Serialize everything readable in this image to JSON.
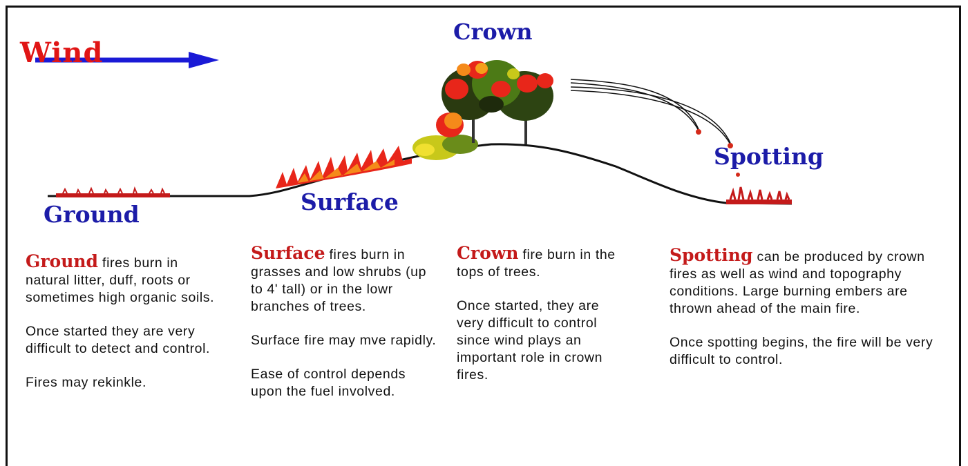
{
  "labels": {
    "wind": "Wind",
    "crown": "Crown",
    "spotting": "Spotting",
    "ground": "Ground",
    "surface": "Surface"
  },
  "colors": {
    "label_blue": "#1c1ca8",
    "term_red": "#c41a1a",
    "wind_red": "#e01515",
    "arrow_blue": "#1a1ad6",
    "fire_red": "#e8261a",
    "fire_orange": "#f58a1a",
    "foliage_green": "#3f6e12",
    "ground_line": "#111111"
  },
  "icons": [
    "wind-arrow",
    "hill-outline",
    "ground-fire",
    "surface-flames",
    "crown-trees",
    "ember-trails",
    "spotting-fire"
  ],
  "columns": [
    {
      "id": "ground",
      "term": "Ground",
      "lead": " fires burn in natural litter, duff, roots or sometimes high organic soils.",
      "paragraphs": [
        "Once started they are very difficult to detect and control.",
        "Fires may rekinkle."
      ]
    },
    {
      "id": "surface",
      "term": "Surface",
      "lead": " fires burn in grasses and low shrubs (up to 4' tall) or in the lowr branches of trees.",
      "paragraphs": [
        "Surface fire may mve rapidly.",
        "Ease of control depends upon the fuel involved."
      ]
    },
    {
      "id": "crown",
      "term": "Crown",
      "lead": " fire burn in the tops of trees.",
      "paragraphs": [
        "Once started, they are very difficult to control since wind plays an important role in crown fires."
      ]
    },
    {
      "id": "spotting",
      "term": "Spotting",
      "lead": " can be produced by crown fires as well as wind and topography conditions.  Large burning embers are thrown ahead of the main fire.",
      "paragraphs": [
        "Once spotting begins, the fire will be very difficult to control."
      ]
    }
  ]
}
